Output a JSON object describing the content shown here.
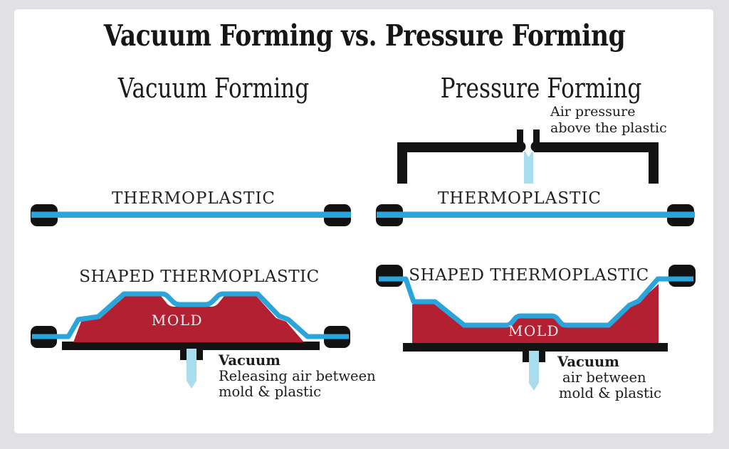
{
  "title": "Vacuum Forming vs. Pressure Forming",
  "left": {
    "heading": "Vacuum Forming",
    "sheet_label": "THERMOPLASTIC",
    "shaped_label": "SHAPED THERMOPLASTIC",
    "mold_label": "MOLD",
    "vacuum": {
      "title": "Vacuum",
      "line1": "Releasing air between",
      "line2": "mold & plastic"
    }
  },
  "right": {
    "heading": "Pressure Forming",
    "air_callout": {
      "line1": "Air pressure",
      "line2": "above the plastic"
    },
    "sheet_label": "THERMOPLASTIC",
    "shaped_label": "SHAPED THERMOPLASTIC",
    "mold_label": "MOLD",
    "vacuum": {
      "title": "Vacuum",
      "line1": "air between",
      "line2": "mold & plastic"
    }
  },
  "colors": {
    "plastic_blue": "#2aa5dc",
    "air_blue": "#a9dcec",
    "mold_red": "#b32032",
    "ink": "#121212",
    "frame_gray": "#e1e1e3",
    "panel_white": "#ffffff"
  }
}
